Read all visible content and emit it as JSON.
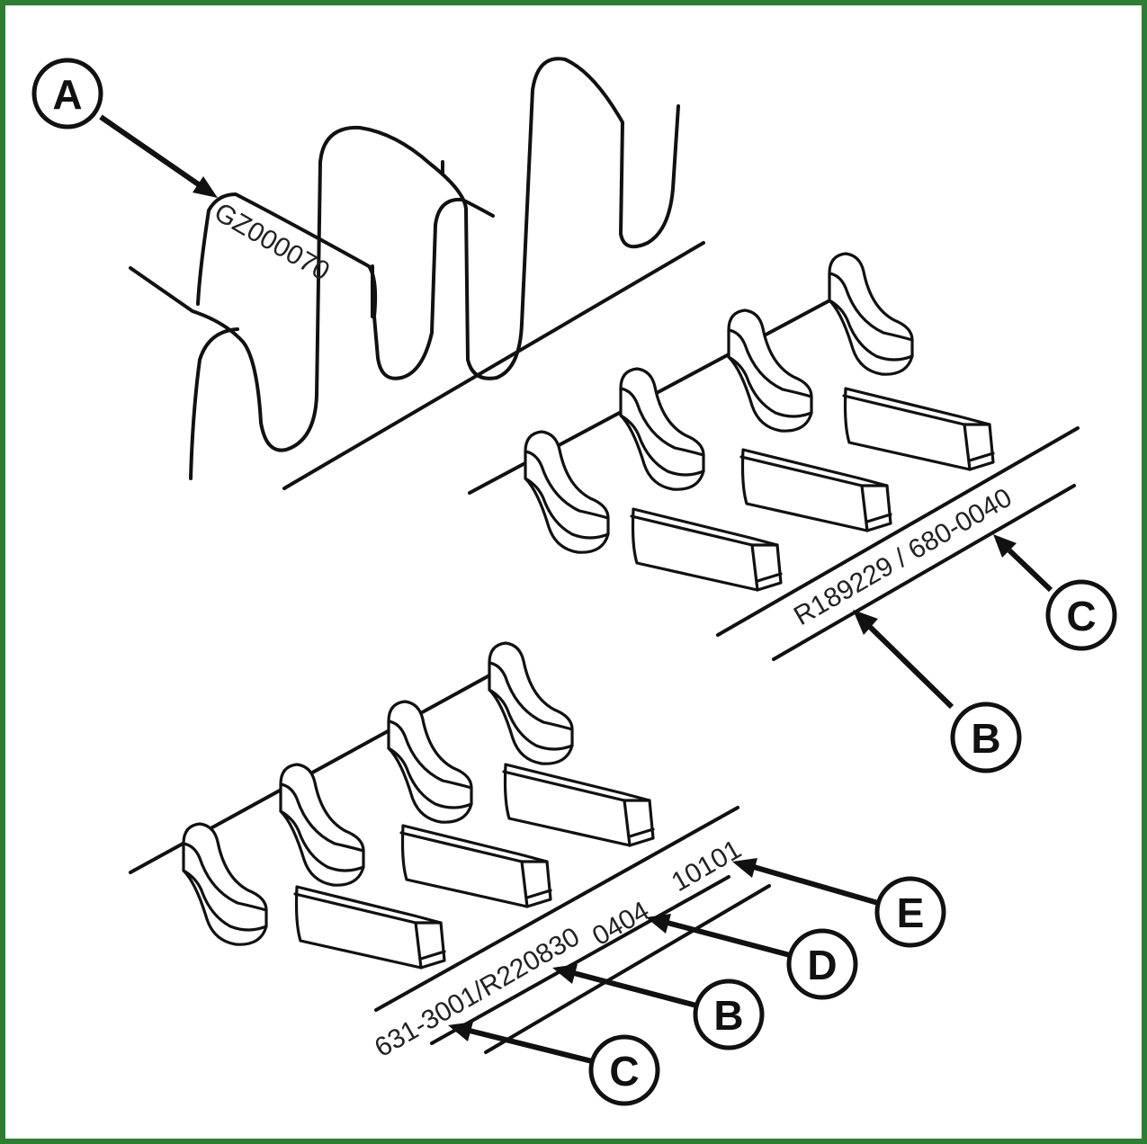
{
  "colors": {
    "frame": "#2e7d32",
    "ink": "#111111"
  },
  "markings": {
    "belt_code": "GZ000070",
    "top_strip": "R189229 / 680-0040",
    "bottom_strip_a": "631-3001/R220830",
    "bottom_strip_b": "0404",
    "bottom_strip_c": "10101"
  },
  "callouts": {
    "a": "A",
    "top_b": "B",
    "top_c": "C",
    "bottom_b": "B",
    "bottom_c": "C",
    "bottom_d": "D",
    "bottom_e": "E"
  }
}
